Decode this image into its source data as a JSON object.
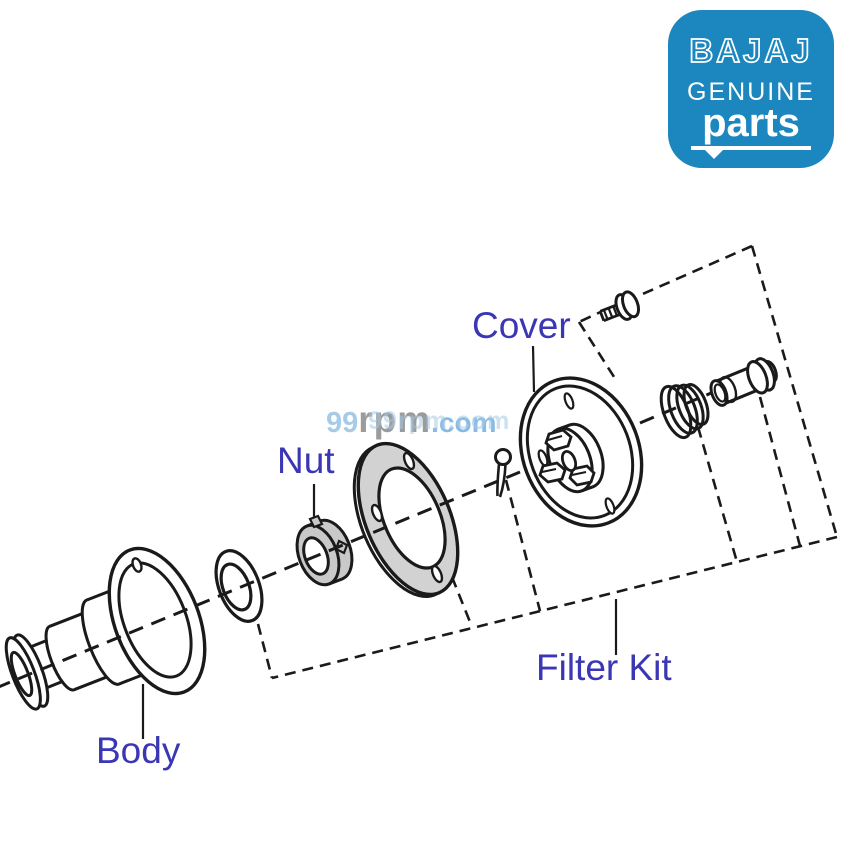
{
  "logo": {
    "brand": "BAJAJ",
    "line2": "GENUINE",
    "line3": "parts",
    "bg_color": "#1c86bf",
    "text_color": "#ffffff"
  },
  "watermark": {
    "prefix": "99",
    "mid": "rpm",
    "suffix": ".com",
    "ghost": "99rpm.com",
    "prefix_color": "#a5cbe9",
    "mid_color": "#9b9b9b",
    "suffix_color": "#87bbe5"
  },
  "labels": {
    "cover": "Cover",
    "nut": "Nut",
    "body": "Body",
    "filter_kit": "Filter Kit",
    "color": "#3a36b4"
  },
  "diagram": {
    "line_color": "#1a1a1a",
    "gasket_fill": "#d2d2d2",
    "nut_fill": "#c9c9c9",
    "parts": [
      "body",
      "washer",
      "nut",
      "gasket",
      "cotter-pin",
      "cover",
      "screw",
      "spring",
      "pivot-pin"
    ],
    "kit_boundary": "dashed outline grouping washer, gasket, cotter-pin, screw, spring and pivot-pin into the Filter Kit"
  }
}
